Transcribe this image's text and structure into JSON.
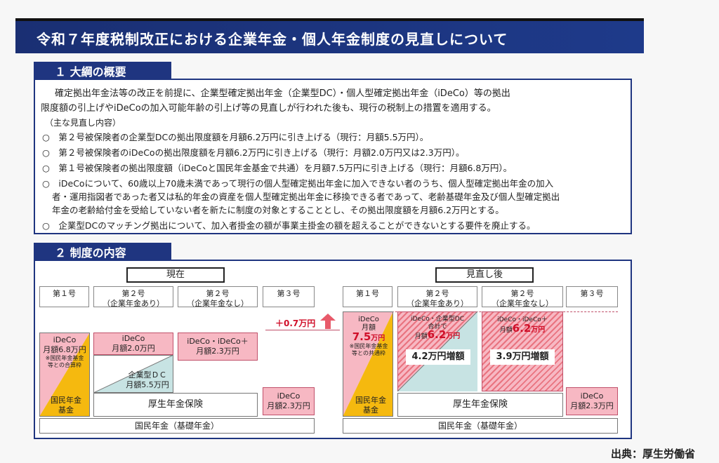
{
  "title": "令和７年度税制改正における企業年金・個人年金制度の見直しについて",
  "section1": {
    "tab": "１ 大綱の概要",
    "intro_line1": "確定拠出年金法等の改正を前提に、企業型確定拠出年金（企業型DC）・個人型確定拠出年金（iDeCo）等の拠出",
    "intro_line2": "限度額の引上げやiDeCoの加入可能年齢の引上げ等の見直しが行われた後も、現行の税制上の措置を適用する。",
    "sub_heading": "（主な見直し内容）",
    "bullets": [
      "○　第２号被保険者の企業型DCの拠出限度額を月額6.2万円に引き上げる（現行：月額5.5万円）。",
      "○　第２号被保険者のiDeCoの拠出限度額を月額6.2万円に引き上げる（現行：月額2.0万円又は2.3万円）。",
      "○　第１号被保険者の拠出限度額（iDeCoと国民年金基金で共通）を月額7.5万円に引き上げる（現行：月額6.8万円）。",
      "○　iDeCoについて、60歳以上70歳未満であって現行の個人型確定拠出年金に加入できない者のうち、個人型確定拠出年金の加入",
      "者・運用指図者であった者又は私的年金の資産を個人型確定拠出年金に移換できる者であって、老齢基礎年金及び個人型確定拠出",
      "年金の老齢給付金を受給していない者を新たに制度の対象とすることとし、その拠出限度額を月額6.2万円とする。",
      "○　企業型DCのマッチング拠出について、加入者掛金の額が事業主掛金の額を超えることができないとする要件を廃止する。"
    ]
  },
  "section2": {
    "tab": "２ 制度の内容",
    "current_label": "現在",
    "revised_label": "見直し後",
    "cat1": "第１号",
    "cat2a_l1": "第２号",
    "cat2a_l2": "（企業年金あり）",
    "cat2b_l1": "第２号",
    "cat2b_l2": "（企業年金なし）",
    "cat3": "第３号",
    "cur": {
      "ideco1": "iDeCo",
      "ideco1_amt": "月額6.8万円",
      "ideco1_note1": "※国民年金基金",
      "ideco1_note2": "等との合算枠",
      "kokumin_kikin1": "国民年金",
      "kokumin_kikin2": "基金",
      "ideco2": "iDeCo",
      "ideco2_amt": "月額2.0万円",
      "dc": "企業型ＤＣ",
      "dc_amt": "月額5.5万円",
      "ideco3": "iDeCo・iDeCo＋",
      "ideco3_amt": "月額2.3万円",
      "kosei": "厚生年金保険",
      "ideco4": "iDeCo",
      "ideco4_amt": "月額2.3万円",
      "kokumin": "国民年金（基礎年金）"
    },
    "arrow_label": "＋0.7万円",
    "rev": {
      "ideco1": "iDeCo",
      "ideco1_l2": "月額",
      "ideco1_amt": "7.5",
      "ideco1_unit": "万円",
      "ideco1_note1": "※国民年金基金",
      "ideco1_note2": "等との共通枠",
      "kokumin_kikin1": "国民年金",
      "kokumin_kikin2": "基金",
      "combo_l1": "iDeCo・企業型DC",
      "combo_l2": "合計で",
      "combo_pre": "月額",
      "combo_amt": "6.2",
      "combo_unit": "万円",
      "inc1": "4.2万円増額",
      "ideco3": "iDeCo・iDeCo＋",
      "ideco3_pre": "月額",
      "ideco3_amt": "6.2",
      "ideco3_unit": "万円",
      "inc2": "3.9万円増額",
      "kosei": "厚生年金保険",
      "ideco4": "iDeCo",
      "ideco4_amt": "月額2.3万円",
      "kokumin": "国民年金（基礎年金）"
    }
  },
  "source": "出典：厚生労働省"
}
